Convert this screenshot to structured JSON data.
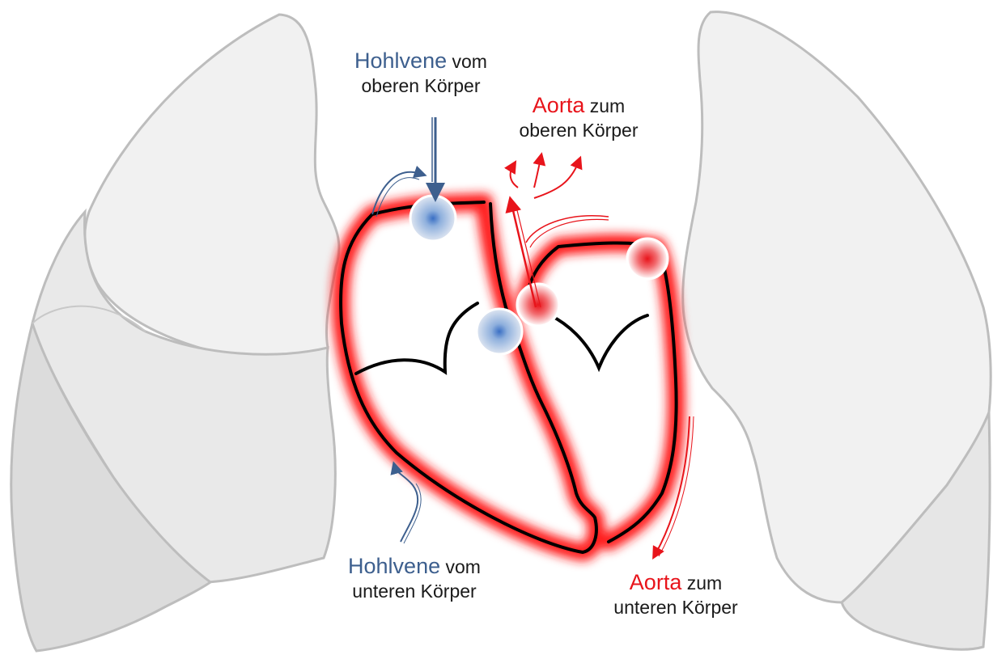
{
  "labels": {
    "vena_upper": {
      "highlight": "Hohlvene",
      "rest": " vom",
      "line2": "oberen Körper"
    },
    "vena_lower": {
      "highlight": "Hohlvene",
      "rest": " vom",
      "line2": "unteren Körper"
    },
    "aorta_upper": {
      "highlight": "Aorta",
      "rest": " zum",
      "line2": "oberen Körper"
    },
    "aorta_lower": {
      "highlight": "Aorta",
      "rest": " zum",
      "line2": "unteren Körper"
    }
  },
  "colors": {
    "venous_blue": "#3d5f8e",
    "arterial_red": "#e8141b",
    "heart_outline": "#000000",
    "lung_fill": "#ececec",
    "lung_stroke": "#bdbdbd"
  }
}
